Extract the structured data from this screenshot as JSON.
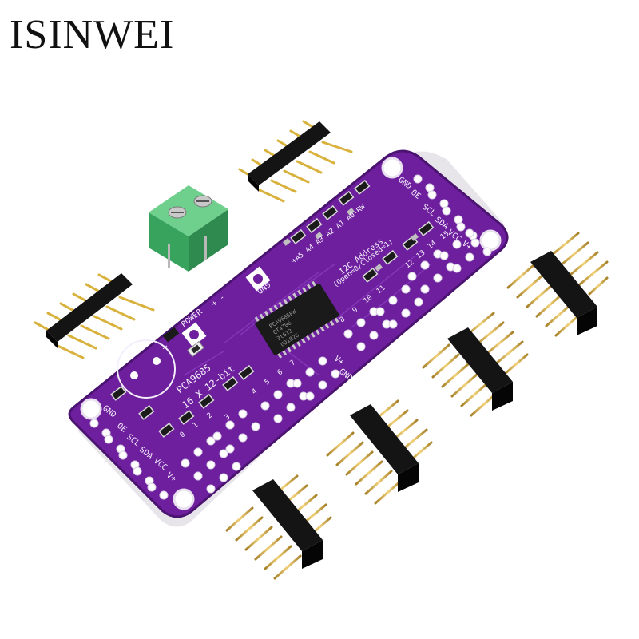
{
  "brand": {
    "text": "ISINWEI"
  },
  "board": {
    "chip_marking": [
      "PCA9685PW",
      "QT4706",
      "3tG13",
      "UD1826"
    ],
    "silkscreen": {
      "title": "PCA9685",
      "channels": "16 X 12-bit",
      "power_label": "POWER",
      "power_polarity": "+ -",
      "plus_sign": "+",
      "gnd_top": "GND",
      "address_title": "I2C Address",
      "address_note": "(Open=0/Closed=1)",
      "address_bits": "+A5 A4 A3 A2 A1 A0-RW",
      "left_pins": [
        "GND",
        "OE",
        "SCL",
        "SDA",
        "VCC",
        "V+"
      ],
      "right_pins": [
        "GND",
        "OE",
        "SCL",
        "SDA",
        "VCC",
        "V+"
      ],
      "power_rails": [
        "V+",
        "GND"
      ],
      "channel_numbers": [
        "0",
        "1",
        "2",
        "3",
        "4",
        "5",
        "6",
        "7",
        "8",
        "9",
        "10",
        "11",
        "12",
        "13",
        "14",
        "15"
      ]
    }
  },
  "colors": {
    "pcb": "#6e1f9e",
    "pcb_edge": "#4a1370",
    "terminal_block": "#3fb36a",
    "header_plastic": "#141414",
    "header_pins": "#d9b13a"
  }
}
